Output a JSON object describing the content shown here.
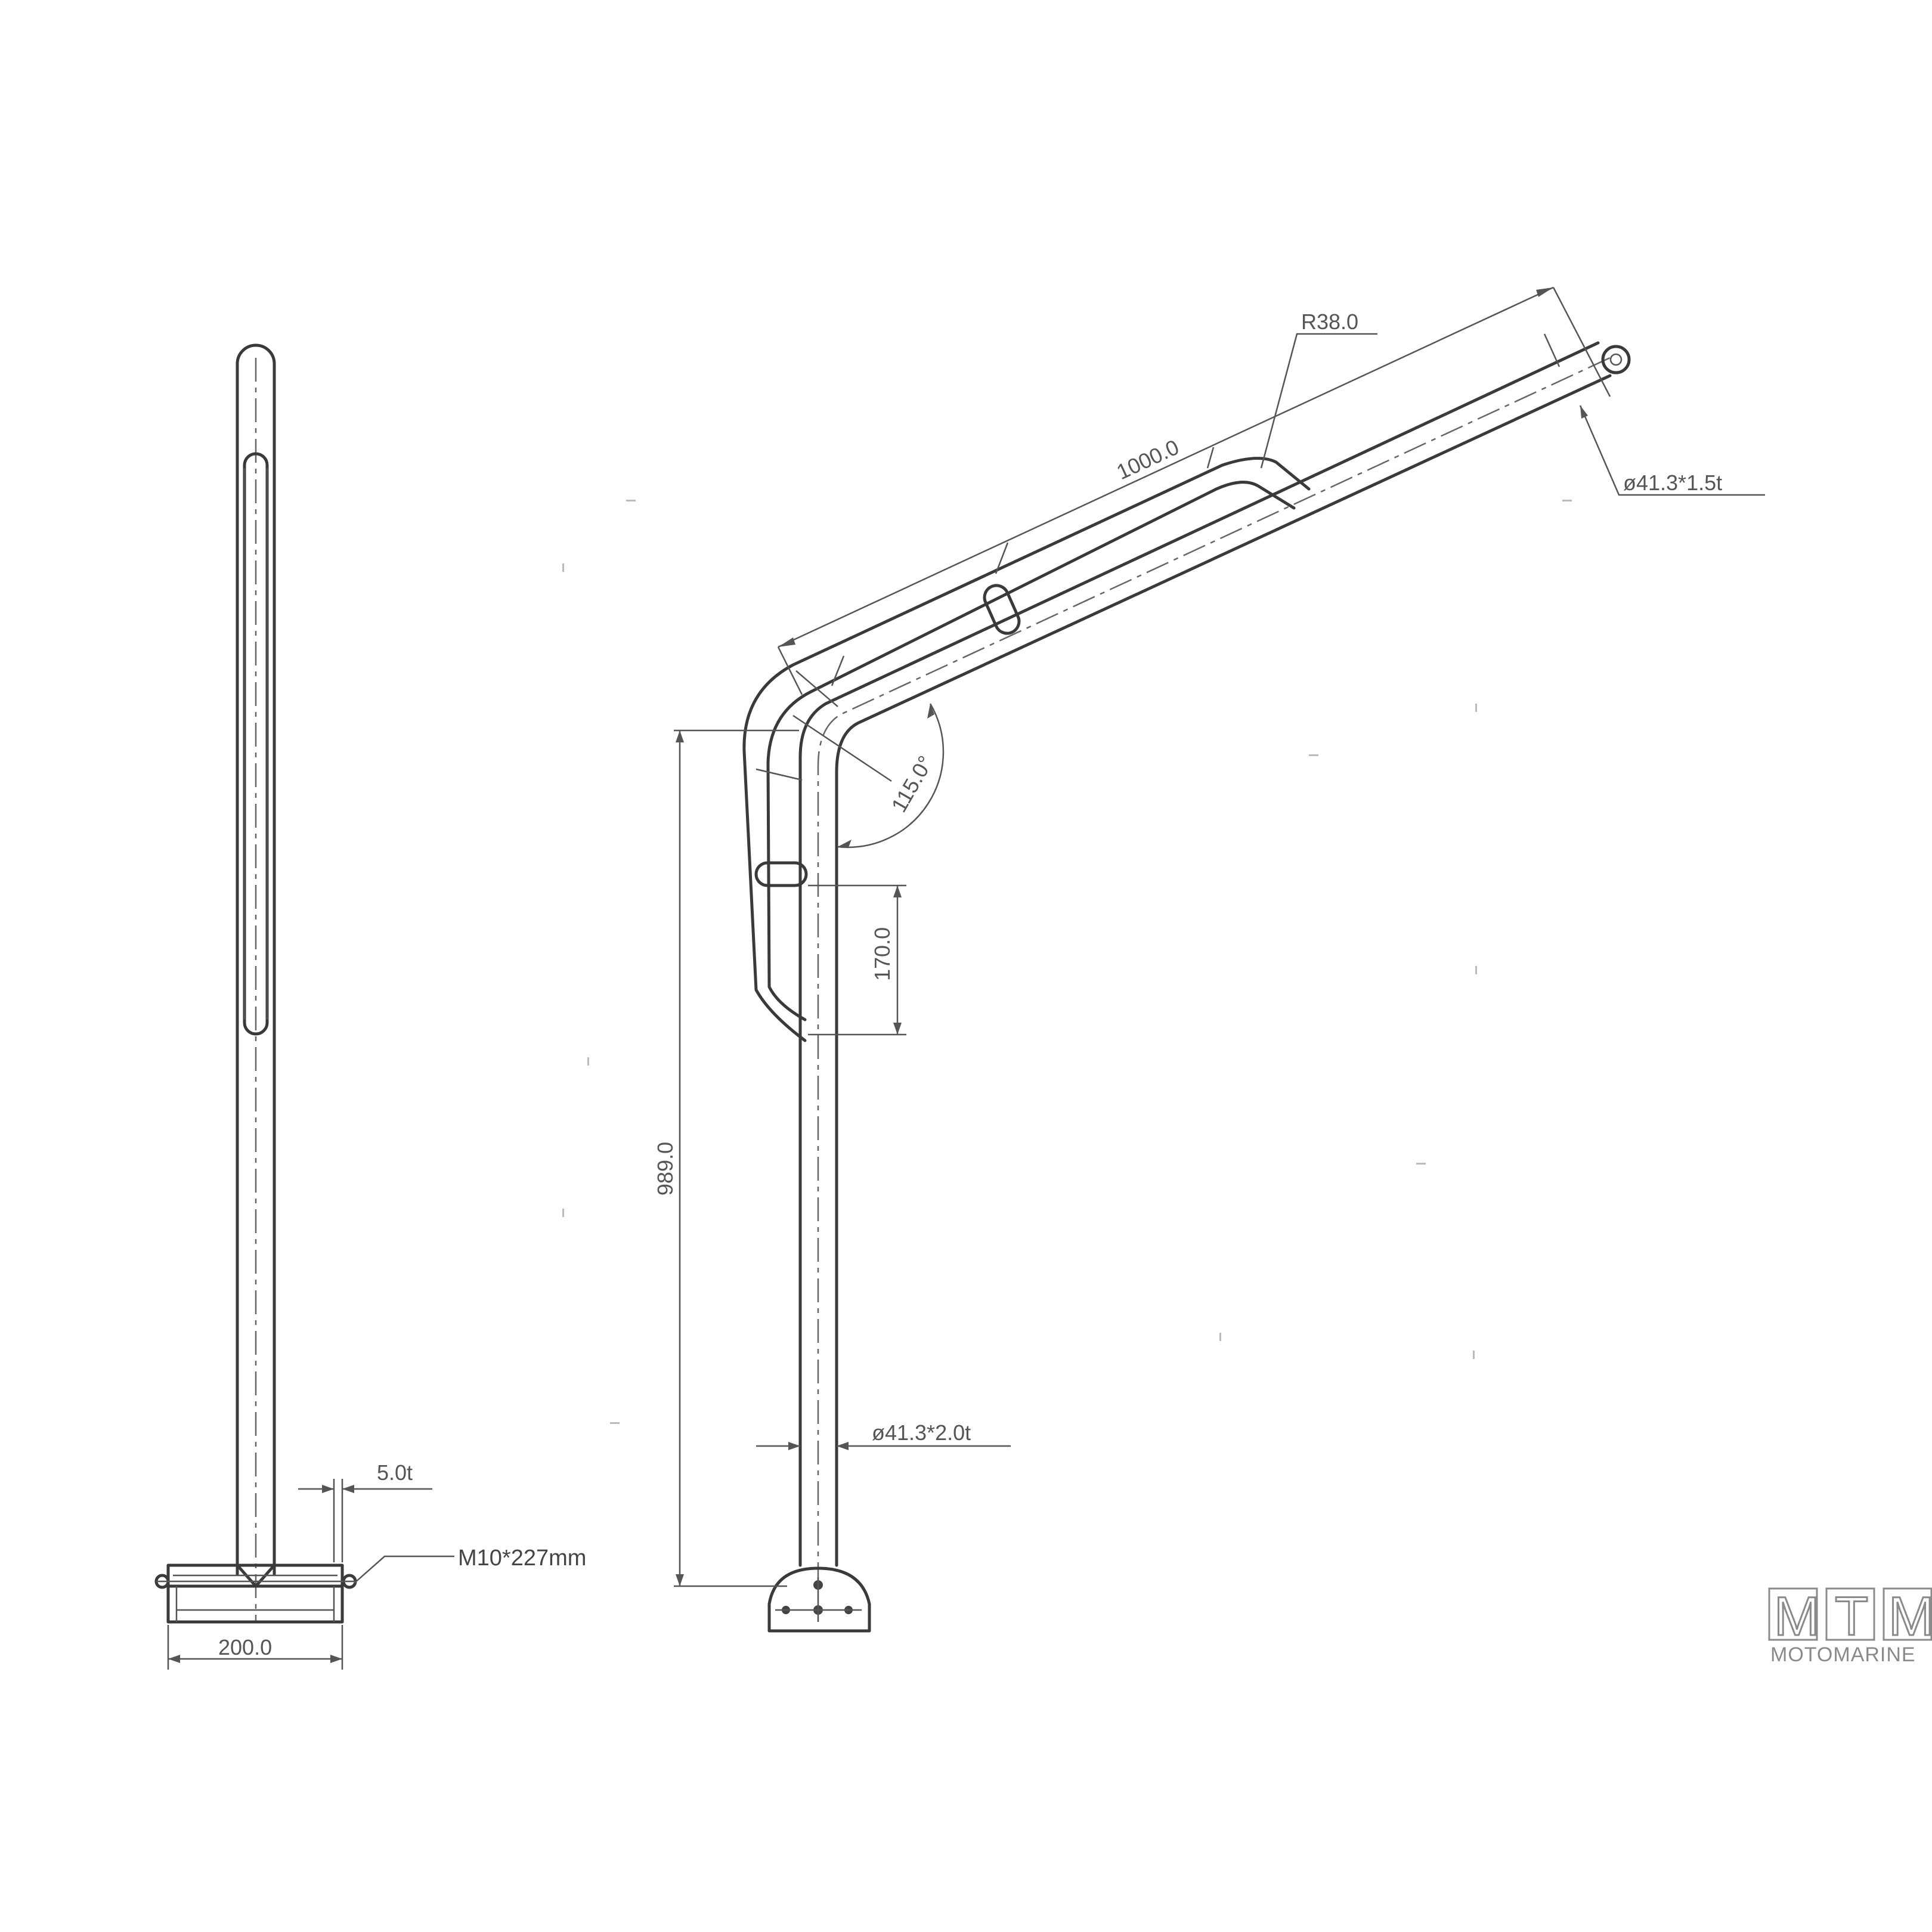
{
  "dimensions": {
    "radius": "R38.0",
    "top_length": "1000.0",
    "top_tube": "ø41.3*1.5t",
    "angle": "115.0°",
    "handle_length": "170.0",
    "height": "989.0",
    "bottom_tube": "ø41.3*2.0t",
    "plate_thickness": "5.0t",
    "bolt": "M10*227mm",
    "base_width": "200.0"
  },
  "logo": {
    "letters": [
      "M",
      "T",
      "M"
    ],
    "name": "MOTOMARINE",
    "color": "#8a8a8a"
  }
}
